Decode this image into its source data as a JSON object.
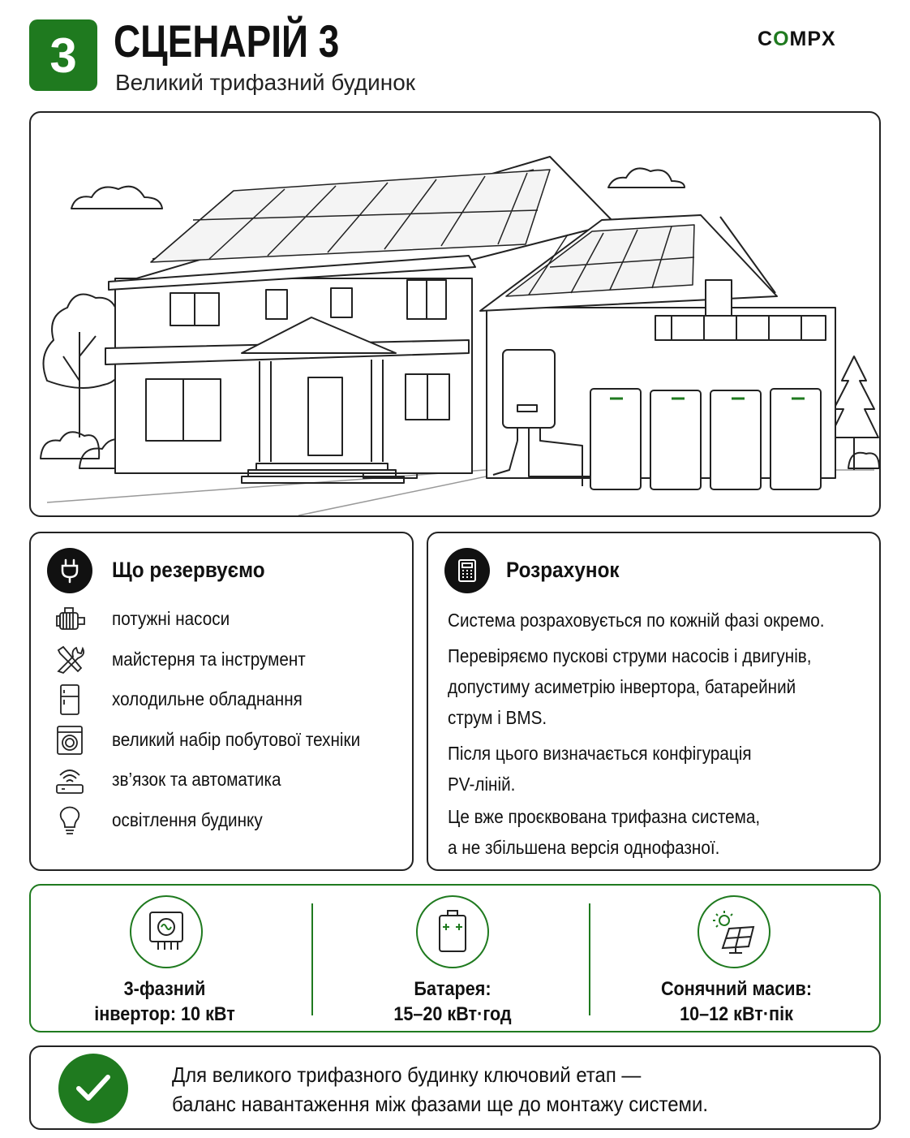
{
  "header": {
    "badge_number": "3",
    "title": "СЦЕНАРІЙ 3",
    "subtitle": "Великий трифазний будинок",
    "logo": {
      "part1": "C",
      "part2": "O",
      "part3": "MPX"
    }
  },
  "reserve": {
    "title": "Що резервуємо",
    "icon": "plug-icon",
    "items": [
      {
        "icon": "pump-icon",
        "label": "потужні насоси"
      },
      {
        "icon": "tools-icon",
        "label": "майстерня та інструмент"
      },
      {
        "icon": "fridge-icon",
        "label": "холодильне обладнання"
      },
      {
        "icon": "washing-machine-icon",
        "label": "великий набір побутової техніки"
      },
      {
        "icon": "router-icon",
        "label": "зв’язок та автоматика"
      },
      {
        "icon": "lightbulb-icon",
        "label": "освітлення будинку"
      }
    ]
  },
  "calculation": {
    "title": "Розрахунок",
    "icon": "calculator-icon",
    "lines": [
      "Система розраховується по кожній фазі окремо.",
      "Перевіряємо пускові струми насосів і двигунів,",
      "допустиму асиметрію інвертора, батарейний",
      "струм і BMS.",
      "Після цього визначається конфігурація",
      "PV-ліній.",
      "Це вже проєквована трифазна система,",
      "а не збільшена версія однофазної."
    ]
  },
  "specs": [
    {
      "icon": "inverter-icon",
      "line1": "3-фазний",
      "line2": "інвертор: 10 кВт"
    },
    {
      "icon": "battery-icon",
      "line1": "Батарея:",
      "line2": "15–20 кВт·год"
    },
    {
      "icon": "solar-panel-icon",
      "line1": "Сонячний масив:",
      "line2": "10–12 кВт·пік"
    }
  ],
  "note": {
    "icon": "checkmark-icon",
    "line1": "Для великого трифазного будинку ключовий етап —",
    "line2": "баланс навантаження між фазами ще до монтажу системи."
  },
  "colors": {
    "accent": "#1f7a1f",
    "ink": "#111111"
  }
}
